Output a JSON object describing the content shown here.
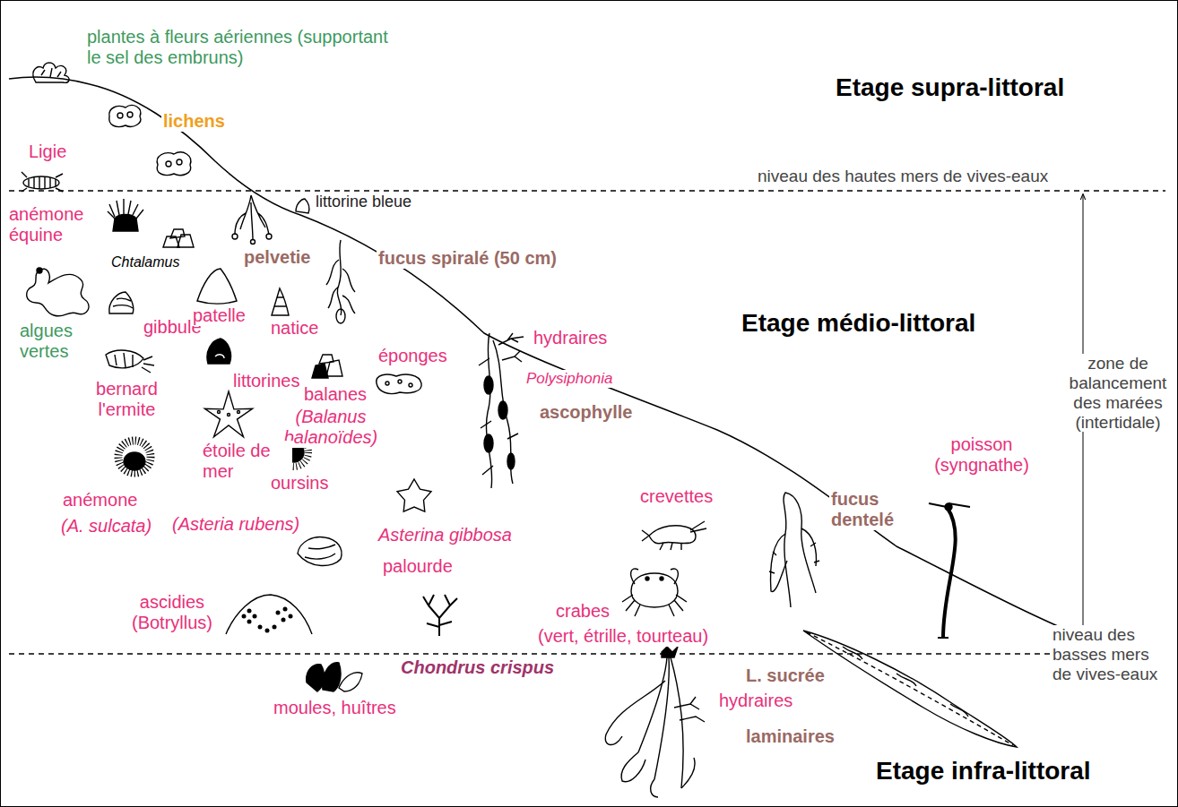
{
  "diagram": {
    "labels": [
      "plantes à fleurs aériennes (supportant le sel des embruns)",
      "Etage supra-littoral",
      "lichens",
      "Ligie",
      "niveau des hautes mers de vives-eaux",
      "anémone équine",
      "littorine bleue",
      "Chtalamus",
      "pelvetie",
      "fucus spiralé (50 cm)",
      "Etage médio-littoral",
      "algues vertes",
      "gibbule",
      "patelle",
      "natice",
      "hydraires",
      "éponges",
      "Polysiphonia",
      "zone de balancement des marées (intertidale)",
      "littorines",
      "bernard l'ermite",
      "balanes",
      "(Balanus balanoïdes)",
      "ascophylle",
      "poisson (syngnathe)",
      "étoile de mer",
      "(Asteria rubens)",
      "oursins",
      "anémone",
      "(A. sulcata)",
      "crevettes",
      "fucus dentelé",
      "Asterina gibbosa",
      "palourde",
      "ascidies (Botryllus)",
      "crabes",
      "(vert, étrille, tourteau)",
      "niveau des basses mers de vives-eaux",
      "Chondrus crispus",
      "L. sucrée",
      "hydraires",
      "moules, huîtres",
      "laminaires",
      "Etage infra-littoral"
    ]
  }
}
